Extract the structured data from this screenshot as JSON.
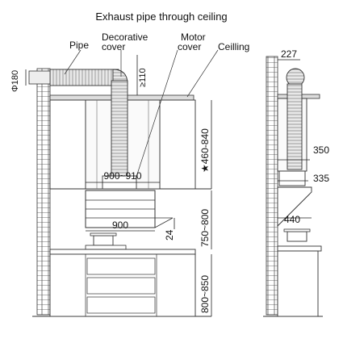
{
  "title": "Exhaust pipe through ceiling",
  "labels": {
    "pipe": "Pipe",
    "decorative_cover_1": "Decorative",
    "decorative_cover_2": "cover",
    "motor_cover_1": "Motor",
    "motor_cover_2": "cover",
    "ceiling": "Ceilling"
  },
  "dimensions": {
    "pipe_diameter": "Φ180",
    "gap_top": "≥110",
    "cover_height": "★460-840",
    "hood_width_range": "900~910",
    "hood_width": "900",
    "hood_thickness": "24",
    "hood_to_counter": "750~800",
    "counter_height": "800~850",
    "side_top_offset": "227",
    "side_depth_350": "350",
    "side_depth_335": "335",
    "side_depth_440": "440"
  },
  "colors": {
    "line": "#333333",
    "pipe_fill": "#e6e6e6",
    "hatch": "#555555"
  }
}
